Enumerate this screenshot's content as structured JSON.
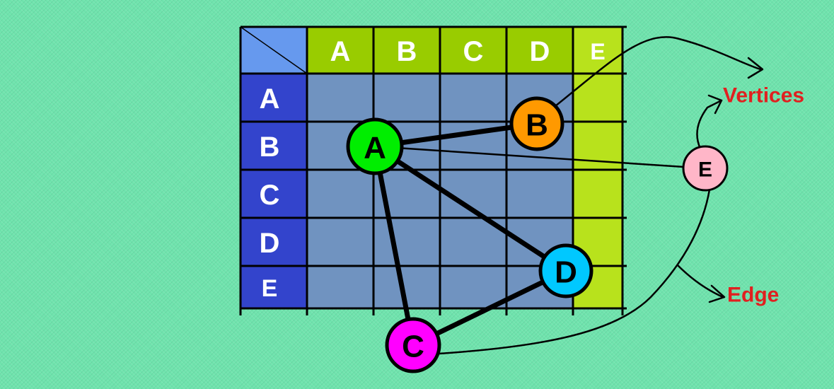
{
  "matrix": {
    "column_headers": [
      "A",
      "B",
      "C",
      "D",
      "E"
    ],
    "row_headers": [
      "A",
      "B",
      "C",
      "D",
      "E"
    ]
  },
  "nodes": [
    {
      "id": "A",
      "label": "A",
      "color": "#00ee00"
    },
    {
      "id": "B",
      "label": "B",
      "color": "#ff9900"
    },
    {
      "id": "C",
      "label": "C",
      "color": "#ff00ff"
    },
    {
      "id": "D",
      "label": "D",
      "color": "#00c8ff"
    },
    {
      "id": "E",
      "label": "E",
      "color": "#ffb6c8"
    }
  ],
  "edges": [
    {
      "from": "A",
      "to": "B"
    },
    {
      "from": "A",
      "to": "C"
    },
    {
      "from": "A",
      "to": "D"
    },
    {
      "from": "C",
      "to": "D"
    },
    {
      "from": "A",
      "to": "E"
    }
  ],
  "annotations": {
    "vertices_label": "Vertices",
    "edge_label": "Edge"
  },
  "colors": {
    "corner_cell": "#6699ee",
    "column_header": "#99cc00",
    "column_header_e": "#b8e21c",
    "row_header": "#3344cc",
    "matrix_cell": "#7093c0",
    "e_column_cell": "#b8e21c",
    "annotation": "#e02020",
    "line": "#000000"
  }
}
